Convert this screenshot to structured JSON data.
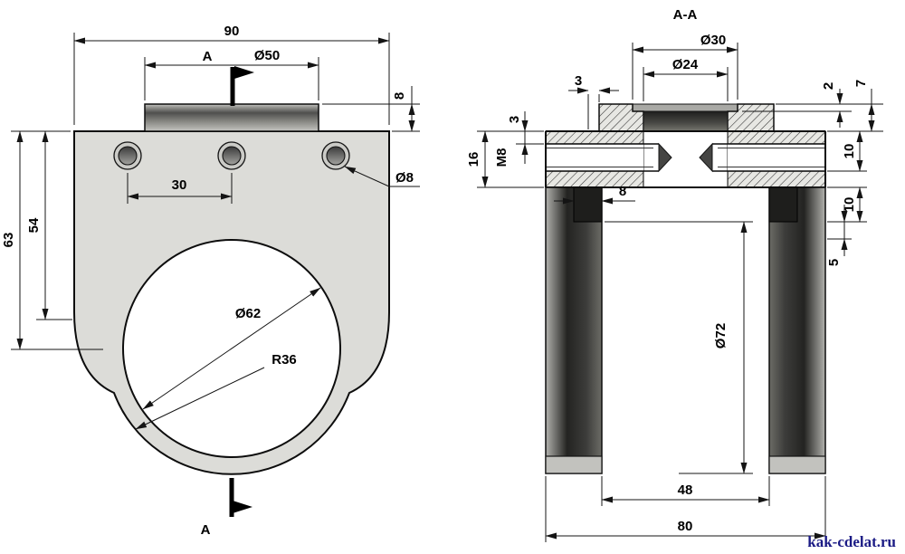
{
  "watermark": "kak-cdelat.ru",
  "front_view": {
    "section_label": "A",
    "dims": {
      "width": "90",
      "boss_dia": "Ø50",
      "boss_h": "8",
      "h63": "63",
      "h54": "54",
      "hole_spacing": "30",
      "hole_dia": "Ø8",
      "bore_dia": "Ø62",
      "outer_r": "R36"
    }
  },
  "section_view": {
    "title": "A-A",
    "dims": {
      "d30": "Ø30",
      "d24": "Ø24",
      "t3_top": "3",
      "t3_left": "3",
      "t2": "2",
      "t7": "7",
      "t16": "16",
      "thread": "M8",
      "t10_upper": "10",
      "t10_lower": "10",
      "t8": "8",
      "t5": "5",
      "d72": "Ø72",
      "inner_w": "48",
      "outer_w": "80"
    }
  }
}
